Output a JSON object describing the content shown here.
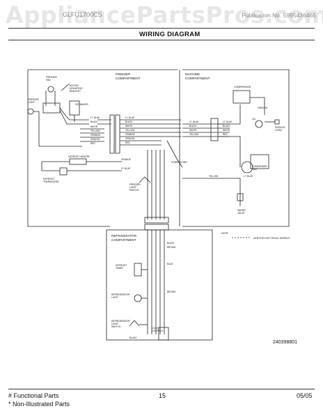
{
  "watermark": "AppliancePartsPros.com",
  "header": {
    "model": "GLFU1700CS",
    "publication": "Publication No. 5995436465"
  },
  "title": "WIRING DIAGRAM",
  "labels": {
    "freezer_compartment": [
      "FREEZER",
      "COMPARTMENT"
    ],
    "machine_compartment": [
      "MACHINE",
      "COMPARTMENT"
    ],
    "refrigerator_compartment": [
      "REFRIGERATOR",
      "COMPARTMENT"
    ],
    "freezer_fan": [
      "FREEZER",
      "FAN"
    ],
    "motor_mounting_bracket": [
      "MOTOR",
      "MOUNTING",
      "BRACKET"
    ],
    "ice_maker": "ICE MAKER",
    "freezer_light": [
      "FREEZER",
      "LIGHT"
    ],
    "defrost_heater": "DEFROST HEATER",
    "defrost_thermostat": [
      "DEFROST",
      "THERMOSTAT"
    ],
    "freezer_light_switch": [
      "FREEZER",
      "LIGHT",
      "SWITCH"
    ],
    "powercord": "POWERCORD",
    "compressor": [
      "COMPRESSOR"
    ],
    "overload": "O/L",
    "condenser_fan": [
      "CONDENSER",
      "FAN"
    ],
    "water_valve": [
      "WATER",
      "VALVE"
    ],
    "service_cord": [
      "SERVICE",
      "CORD"
    ],
    "defrost_timer": [
      "DEFROST",
      "TIMER"
    ],
    "refrigerator_light": [
      "REFRIGERATOR",
      "LIGHT"
    ],
    "refrigerator_light_switch": [
      "REFRIGERATOR",
      "LIGHT",
      "SWITCH"
    ],
    "cold_control": [
      "COLD",
      "CONTROL"
    ],
    "grn_yel": "GRN/YEL",
    "note": [
      "NOTE:",
      "DENOTES NOT ON ALL MODELS."
    ]
  },
  "wire_colors": {
    "lt_blue": "LT. BLUE",
    "black": "BLACK",
    "white": "WHITE",
    "yellow": "YELLOW",
    "orange": "ORANGE",
    "grn_yel": "GRN/YEL",
    "red": "RED",
    "brown": "BROWN",
    "blue": "BLUE"
  },
  "figure_number": "240398801",
  "footer": {
    "functional": "# Functional Parts",
    "non_illustrated": "* Non-Illustrated Parts",
    "page": "15",
    "date": "05/05"
  }
}
